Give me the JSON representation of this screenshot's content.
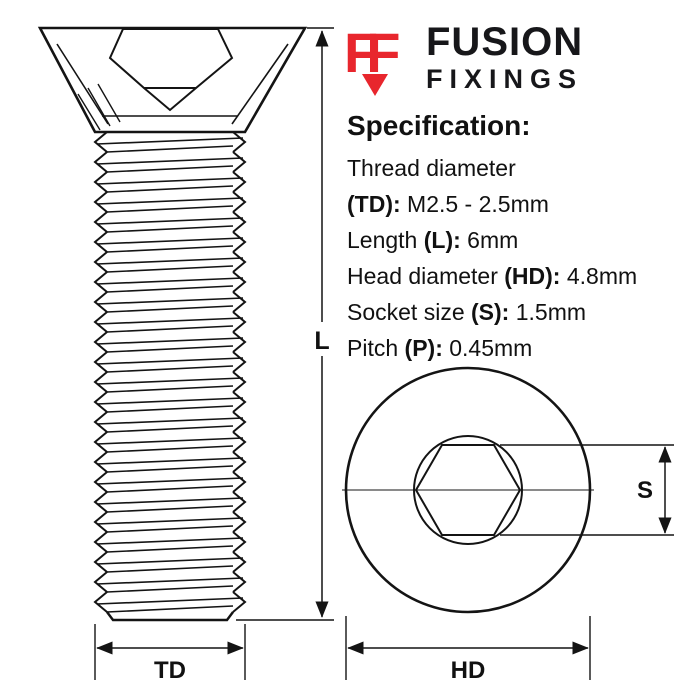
{
  "brand": {
    "icon_text": "FF",
    "name_top": "FUSION",
    "name_bottom": "FIXINGS",
    "accent_color": "#e8262d"
  },
  "spec": {
    "title": "Specification:",
    "items": [
      {
        "label": "Thread diameter",
        "key": "(TD):",
        "value": " M2.5 - 2.5mm"
      },
      {
        "label": "Length ",
        "key": "(L):",
        "value": " 6mm"
      },
      {
        "label": "Head diameter ",
        "key": "(HD):",
        "value": " 4.8mm"
      },
      {
        "label": "Socket size ",
        "key": "(S):",
        "value": " 1.5mm"
      },
      {
        "label": "Pitch ",
        "key": "(P):",
        "value": " 0.45mm"
      }
    ]
  },
  "dimensions": {
    "length_label": "L",
    "thread_diameter_label": "TD",
    "head_diameter_label": "HD",
    "socket_size_label": "S"
  }
}
